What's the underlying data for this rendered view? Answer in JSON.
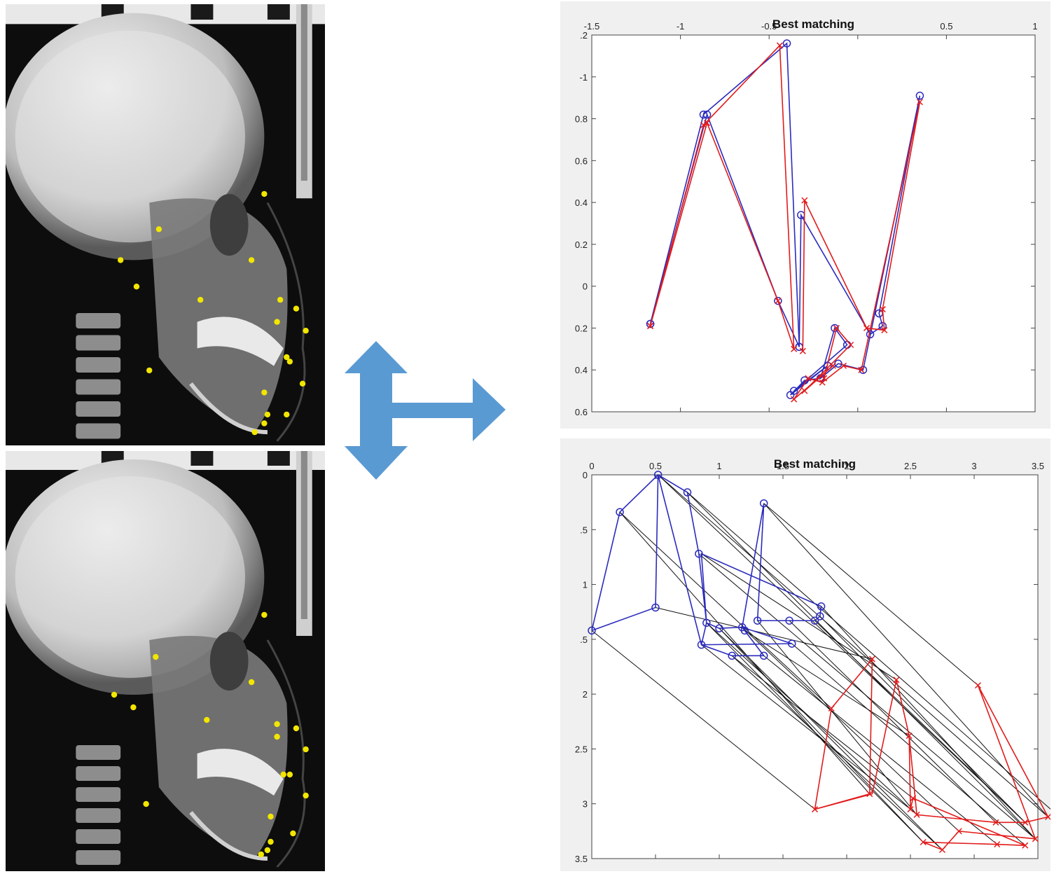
{
  "colors": {
    "landmark": "#f2e600",
    "arrow": "#5a9ad3",
    "series_a": "#2b2bbd",
    "series_b": "#e21b1b",
    "match_line": "#111111",
    "axis": "#444444",
    "plot_bg": "#ffffff",
    "panel_bg": "#f0f0f0"
  },
  "images": {
    "top_xray": {
      "icon": "skull-xray-icon",
      "landmarks": [
        [
          0.81,
          0.43
        ],
        [
          0.48,
          0.51
        ],
        [
          0.36,
          0.58
        ],
        [
          0.77,
          0.58
        ],
        [
          0.41,
          0.64
        ],
        [
          0.61,
          0.67
        ],
        [
          0.86,
          0.67
        ],
        [
          0.91,
          0.69
        ],
        [
          0.85,
          0.72
        ],
        [
          0.94,
          0.74
        ],
        [
          0.88,
          0.8
        ],
        [
          0.89,
          0.81
        ],
        [
          0.45,
          0.83
        ],
        [
          0.93,
          0.86
        ],
        [
          0.81,
          0.88
        ],
        [
          0.82,
          0.93
        ],
        [
          0.88,
          0.93
        ],
        [
          0.81,
          0.95
        ],
        [
          0.78,
          0.97
        ]
      ]
    },
    "bottom_xray": {
      "icon": "skull-xray-icon",
      "landmarks": [
        [
          0.81,
          0.39
        ],
        [
          0.47,
          0.49
        ],
        [
          0.34,
          0.58
        ],
        [
          0.77,
          0.55
        ],
        [
          0.4,
          0.61
        ],
        [
          0.63,
          0.64
        ],
        [
          0.85,
          0.65
        ],
        [
          0.91,
          0.66
        ],
        [
          0.85,
          0.68
        ],
        [
          0.94,
          0.71
        ],
        [
          0.87,
          0.77
        ],
        [
          0.89,
          0.77
        ],
        [
          0.44,
          0.84
        ],
        [
          0.94,
          0.82
        ],
        [
          0.83,
          0.87
        ],
        [
          0.9,
          0.91
        ],
        [
          0.83,
          0.93
        ],
        [
          0.82,
          0.95
        ],
        [
          0.8,
          0.96
        ]
      ]
    }
  },
  "arrow": {
    "icon": "double-headed-t-arrow-icon"
  },
  "chart_data": [
    {
      "type": "line",
      "title": "Best matching",
      "xlim": [
        -1.5,
        1
      ],
      "ylim": [
        -0.6,
        1.2
      ],
      "x_ticks": [
        -1.5,
        -1,
        -0.5,
        0,
        0.5,
        1
      ],
      "x_tick_labels": [
        "-1.5",
        "-1",
        "-0.5",
        "",
        "0.5",
        "1"
      ],
      "y_ticks": [
        1.2,
        1,
        0.8,
        0.6,
        0.4,
        0.2,
        0,
        -0.2,
        -0.4,
        -0.6
      ],
      "y_tick_labels": [
        ".2",
        "-1",
        "0.8",
        "0.6",
        "0.4",
        "0.2",
        "0",
        "0.2",
        "0.4",
        "0.6"
      ],
      "x_axis_position": "top",
      "grid": false,
      "series": [
        {
          "color_key": "series_a",
          "marker": "o",
          "x": [
            -1.17,
            -0.87,
            -0.4,
            -0.33,
            -0.45,
            -0.85,
            -1.17
          ],
          "y": [
            -0.18,
            0.82,
            1.16,
            -0.29,
            -0.07,
            0.82,
            -0.18
          ],
          "extra": [
            [
              -0.33,
              -0.29
            ],
            [
              -0.32,
              0.34
            ],
            [
              0.07,
              -0.23
            ],
            [
              0.14,
              -0.19
            ],
            [
              0.12,
              -0.13
            ],
            [
              0.35,
              0.91
            ],
            [
              0.03,
              -0.4
            ],
            [
              -0.11,
              -0.37
            ],
            [
              -0.21,
              -0.44
            ],
            [
              -0.3,
              -0.45
            ],
            [
              -0.38,
              -0.52
            ],
            [
              -0.17,
              -0.38
            ],
            [
              -0.36,
              -0.5
            ],
            [
              -0.06,
              -0.28
            ],
            [
              -0.13,
              -0.2
            ],
            [
              -0.21,
              -0.44
            ]
          ]
        },
        {
          "color_key": "series_b",
          "marker": "x",
          "x": [
            -1.17,
            -0.87,
            -0.44,
            -0.36,
            -0.45,
            -0.85,
            -1.17
          ],
          "y": [
            -0.19,
            0.77,
            1.15,
            -0.3,
            -0.07,
            0.78,
            -0.19
          ],
          "extra": [
            [
              -0.31,
              -0.31
            ],
            [
              -0.3,
              0.41
            ],
            [
              0.05,
              -0.2
            ],
            [
              0.15,
              -0.21
            ],
            [
              0.14,
              -0.11
            ],
            [
              0.35,
              0.88
            ],
            [
              0.02,
              -0.4
            ],
            [
              -0.08,
              -0.38
            ],
            [
              -0.2,
              -0.46
            ],
            [
              -0.28,
              -0.44
            ],
            [
              -0.36,
              -0.54
            ],
            [
              -0.14,
              -0.38
            ],
            [
              -0.3,
              -0.5
            ],
            [
              -0.04,
              -0.28
            ],
            [
              -0.12,
              -0.2
            ],
            [
              -0.19,
              -0.44
            ]
          ]
        }
      ]
    },
    {
      "type": "line",
      "title": "Best matching",
      "xlim": [
        0,
        3.5
      ],
      "ylim": [
        0,
        3.5
      ],
      "x_ticks": [
        0,
        0.5,
        1,
        1.5,
        2,
        2.5,
        3,
        3.5
      ],
      "x_tick_labels": [
        "0",
        "0.5",
        "1",
        "1.5",
        "2",
        "2.5",
        "3",
        "3.5"
      ],
      "y_ticks": [
        0,
        0.5,
        1,
        1.5,
        2,
        2.5,
        3,
        3.5
      ],
      "y_tick_labels": [
        "0",
        ".5",
        "1",
        ".5",
        "2",
        "2.5",
        "3",
        "3.5"
      ],
      "x_axis_position": "top",
      "y_inverted": true,
      "grid": false,
      "series": [
        {
          "color_key": "series_a",
          "marker": "o",
          "points": [
            [
              0,
              1.42
            ],
            [
              0.22,
              0.34
            ],
            [
              0.52,
              0
            ],
            [
              0.75,
              0.16
            ],
            [
              0.84,
              0.72
            ],
            [
              0.9,
              1.35
            ],
            [
              1.0,
              1.4
            ],
            [
              1.18,
              1.39
            ],
            [
              1.2,
              1.42
            ],
            [
              1.35,
              0.26
            ],
            [
              1.3,
              1.33
            ],
            [
              1.55,
              1.33
            ],
            [
              1.75,
              1.33
            ],
            [
              1.79,
              1.29
            ],
            [
              1.8,
              1.2
            ],
            [
              0.86,
              1.55
            ],
            [
              1.1,
              1.65
            ],
            [
              1.35,
              1.65
            ],
            [
              1.57,
              1.54
            ],
            [
              0.5,
              1.21
            ]
          ],
          "path": [
            [
              0,
              1.42
            ],
            [
              0.22,
              0.34
            ],
            [
              0.52,
              0
            ],
            [
              0.75,
              0.16
            ],
            [
              0.84,
              0.72
            ],
            [
              0.9,
              1.35
            ],
            [
              1.0,
              1.4
            ],
            [
              1.18,
              1.39
            ],
            [
              1.35,
              0.26
            ],
            [
              1.3,
              1.33
            ],
            [
              1.55,
              1.33
            ],
            [
              1.75,
              1.33
            ],
            [
              1.79,
              1.29
            ],
            [
              1.8,
              1.2
            ],
            [
              0.86,
              0.72
            ],
            [
              0.9,
              1.35
            ],
            [
              0.86,
              1.55
            ],
            [
              1.1,
              1.65
            ],
            [
              1.35,
              1.65
            ],
            [
              1.18,
              1.39
            ],
            [
              1.57,
              1.54
            ],
            [
              0.86,
              1.55
            ],
            [
              0.52,
              0
            ],
            [
              0.5,
              1.21
            ],
            [
              0,
              1.42
            ]
          ]
        },
        {
          "color_key": "series_b",
          "marker": "x",
          "points": [
            [
              1.75,
              3.05
            ],
            [
              1.88,
              2.13
            ],
            [
              2.2,
              1.68
            ],
            [
              2.18,
              2.91
            ],
            [
              2.39,
              1.87
            ],
            [
              2.49,
              2.38
            ],
            [
              2.55,
              3.1
            ],
            [
              2.6,
              3.35
            ],
            [
              2.75,
              3.42
            ],
            [
              2.88,
              3.25
            ],
            [
              3.03,
              1.92
            ],
            [
              3.17,
              3.17
            ],
            [
              3.4,
              3.17
            ],
            [
              3.48,
              3.32
            ],
            [
              3.58,
              3.12
            ],
            [
              3.62,
              3.07
            ],
            [
              2.5,
              3.05
            ],
            [
              2.52,
              2.95
            ],
            [
              3.18,
              3.37
            ],
            [
              3.4,
              3.38
            ]
          ],
          "path": [
            [
              1.75,
              3.05
            ],
            [
              1.88,
              2.13
            ],
            [
              2.2,
              1.68
            ],
            [
              2.18,
              2.91
            ],
            [
              1.75,
              3.05
            ],
            [
              2.2,
              2.91
            ],
            [
              2.39,
              1.87
            ],
            [
              2.49,
              2.38
            ],
            [
              2.55,
              3.1
            ],
            [
              3.17,
              3.17
            ],
            [
              3.4,
              3.17
            ],
            [
              3.58,
              3.12
            ],
            [
              3.03,
              1.92
            ],
            [
              3.48,
              3.32
            ],
            [
              2.88,
              3.25
            ],
            [
              2.75,
              3.42
            ],
            [
              2.6,
              3.35
            ],
            [
              3.18,
              3.37
            ],
            [
              3.4,
              3.38
            ],
            [
              2.52,
              2.95
            ],
            [
              2.5,
              3.05
            ],
            [
              2.49,
              2.38
            ]
          ]
        }
      ],
      "match_pairs": [
        [
          [
            0,
            1.42
          ],
          [
            1.75,
            3.05
          ]
        ],
        [
          [
            0.22,
            0.34
          ],
          [
            2.18,
            2.91
          ]
        ],
        [
          [
            0.52,
            0
          ],
          [
            3.58,
            3.12
          ]
        ],
        [
          [
            0.75,
            0.16
          ],
          [
            3.62,
            3.07
          ]
        ],
        [
          [
            0.84,
            0.72
          ],
          [
            3.48,
            3.32
          ]
        ],
        [
          [
            0.9,
            1.35
          ],
          [
            2.6,
            3.35
          ]
        ],
        [
          [
            1.0,
            1.4
          ],
          [
            2.75,
            3.42
          ]
        ],
        [
          [
            1.18,
            1.39
          ],
          [
            2.88,
            3.25
          ]
        ],
        [
          [
            1.35,
            0.26
          ],
          [
            3.03,
            1.92
          ]
        ],
        [
          [
            1.3,
            1.33
          ],
          [
            2.55,
            3.1
          ]
        ],
        [
          [
            1.55,
            1.33
          ],
          [
            3.17,
            3.17
          ]
        ],
        [
          [
            1.75,
            1.33
          ],
          [
            3.4,
            3.17
          ]
        ],
        [
          [
            1.79,
            1.29
          ],
          [
            3.4,
            3.17
          ]
        ],
        [
          [
            1.8,
            1.2
          ],
          [
            3.48,
            3.32
          ]
        ],
        [
          [
            0.86,
            1.55
          ],
          [
            2.5,
            3.05
          ]
        ],
        [
          [
            1.1,
            1.65
          ],
          [
            2.52,
            2.95
          ]
        ],
        [
          [
            1.35,
            1.65
          ],
          [
            3.18,
            3.37
          ]
        ],
        [
          [
            1.57,
            1.54
          ],
          [
            3.4,
            3.38
          ]
        ],
        [
          [
            0.5,
            1.21
          ],
          [
            2.2,
            1.68
          ]
        ],
        [
          [
            0.86,
            0.72
          ],
          [
            2.39,
            1.87
          ]
        ],
        [
          [
            1.2,
            1.42
          ],
          [
            2.49,
            2.38
          ]
        ],
        [
          [
            0.52,
            0
          ],
          [
            3.4,
            3.17
          ]
        ],
        [
          [
            0.75,
            0.16
          ],
          [
            3.48,
            3.32
          ]
        ],
        [
          [
            0.22,
            0.34
          ],
          [
            1.88,
            2.13
          ]
        ],
        [
          [
            1.35,
            0.26
          ],
          [
            3.58,
            3.12
          ]
        ],
        [
          [
            0.9,
            1.35
          ],
          [
            2.55,
            3.1
          ]
        ],
        [
          [
            1.0,
            1.4
          ],
          [
            2.6,
            3.35
          ]
        ],
        [
          [
            1.1,
            1.65
          ],
          [
            2.75,
            3.42
          ]
        ]
      ]
    }
  ]
}
